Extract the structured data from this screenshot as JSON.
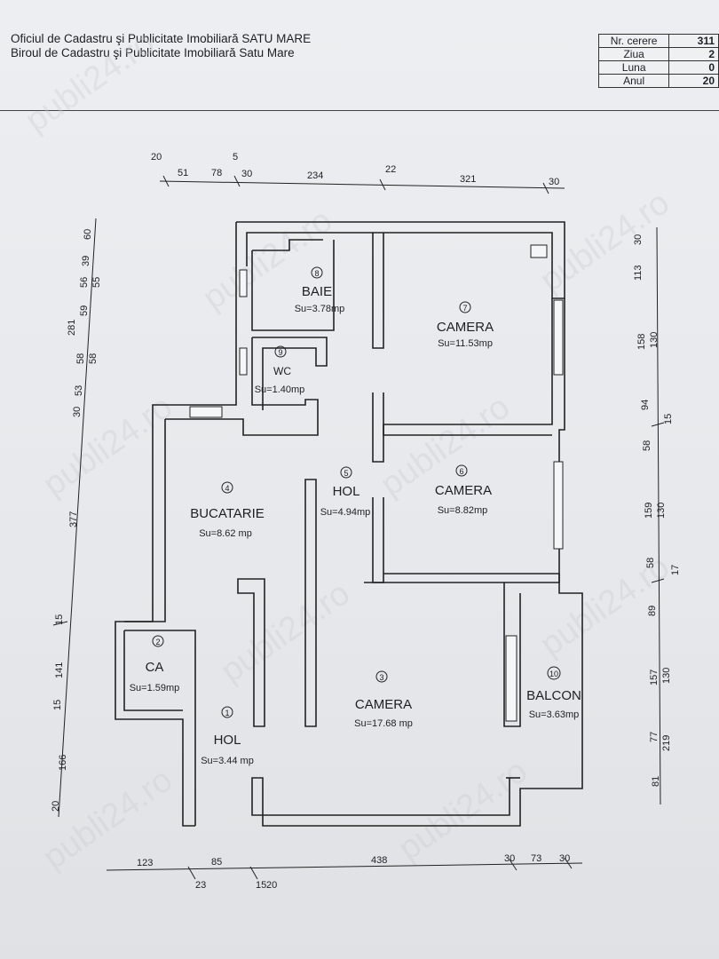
{
  "header": {
    "line1": "Oficiul de Cadastru şi Publicitate Imobiliară SATU MARE",
    "line2": "Biroul de Cadastru şi Publicitate Imobiliară Satu Mare"
  },
  "request_table": [
    {
      "label": "Nr. cerere",
      "value": "311"
    },
    {
      "label": "Ziua",
      "value": "2"
    },
    {
      "label": "Luna",
      "value": "0"
    },
    {
      "label": "Anul",
      "value": "20"
    }
  ],
  "rooms": [
    {
      "num": "1",
      "name": "HOL",
      "area": "Su=3.44 mp"
    },
    {
      "num": "2",
      "name": "CA",
      "area": "Su=1.59mp"
    },
    {
      "num": "3",
      "name": "CAMERA",
      "area": "Su=17.68 mp"
    },
    {
      "num": "4",
      "name": "BUCATARIE",
      "area": "Su=8.62 mp"
    },
    {
      "num": "5",
      "name": "HOL",
      "area": "Su=4.94mp"
    },
    {
      "num": "6",
      "name": "CAMERA",
      "area": "Su=8.82mp"
    },
    {
      "num": "7",
      "name": "CAMERA",
      "area": "Su=11.53mp"
    },
    {
      "num": "8",
      "name": "BAIE",
      "area": "Su=3.78mp"
    },
    {
      "num": "9",
      "name": "WC",
      "area": "Su=1.40mp"
    },
    {
      "num": "10",
      "name": "BALCON",
      "area": "Su=3.63mp"
    }
  ],
  "dims_top": [
    "20",
    "51",
    "78",
    "5",
    "30",
    "234",
    "22",
    "321",
    "30"
  ],
  "dims_bottom": [
    "123",
    "85",
    "438",
    "30",
    "73",
    "30",
    "23",
    "15",
    "20"
  ],
  "dims_left": [
    "60",
    "39",
    "56",
    "55",
    "59",
    "281",
    "58",
    "58",
    "53",
    "30",
    "377",
    "15",
    "141",
    "15",
    "166",
    "20"
  ],
  "dims_right": [
    "30",
    "113",
    "158",
    "130",
    "94",
    "15",
    "58",
    "159",
    "130",
    "58",
    "17",
    "89",
    "157",
    "130",
    "77",
    "219",
    "81"
  ],
  "watermark": "publi24.ro"
}
